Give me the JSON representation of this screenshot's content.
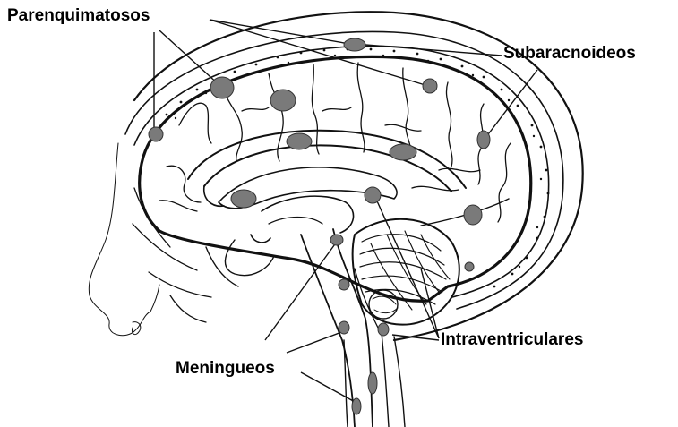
{
  "labels": {
    "parenquimatosos": "Parenquimatosos",
    "subaracnoideos": "Subaracnoideos",
    "intraventriculares": "Intraventriculares",
    "meningueos": "Meningueos"
  },
  "colors": {
    "ink": "#111111",
    "lesion_fill": "#7a7a7a",
    "background": "#ffffff"
  }
}
